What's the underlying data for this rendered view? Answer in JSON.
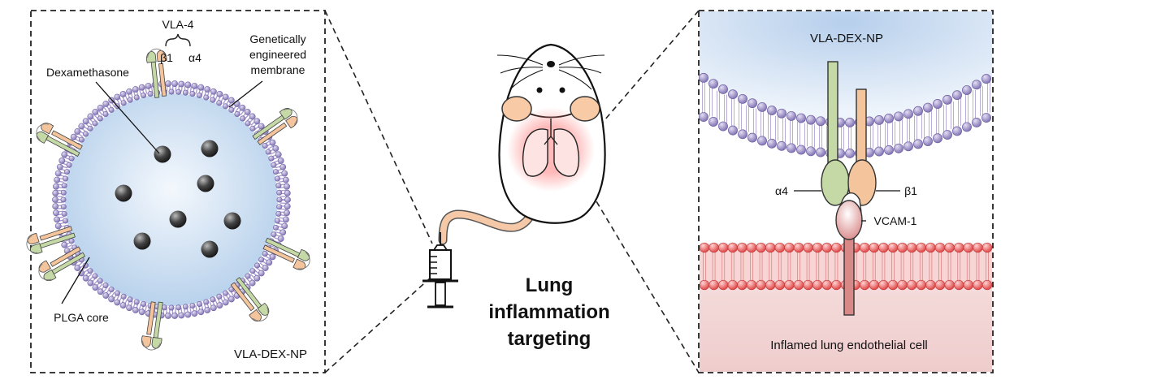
{
  "left_panel": {
    "vla4_label": "VLA-4",
    "beta1_label": "β1",
    "alpha4_label": "α4",
    "membrane_label_line1": "Genetically",
    "membrane_label_line2": "engineered",
    "membrane_label_line3": "membrane",
    "drug_label": "Dexamethasone",
    "core_label": "PLGA core",
    "panel_title": "VLA-DEX-NP"
  },
  "center": {
    "title_line1": "Lung",
    "title_line2": "inflammation",
    "title_line3": "targeting"
  },
  "right_panel": {
    "top_label": "VLA-DEX-NP",
    "alpha4_label": "α4",
    "beta1_label": "β1",
    "vcam_label": "VCAM-1",
    "bottom_label": "Inflamed lung endothelial cell"
  },
  "colors": {
    "membrane_bead": "#9b8fc4",
    "core_blue": "#c9ddf1",
    "alpha4_green": "#c5d9a6",
    "beta1_orange": "#f4c49c",
    "endothelial_bead": "#ee6e6e",
    "endothelial_fill": "#f4d9d9",
    "inflammation": "#ee5555"
  }
}
